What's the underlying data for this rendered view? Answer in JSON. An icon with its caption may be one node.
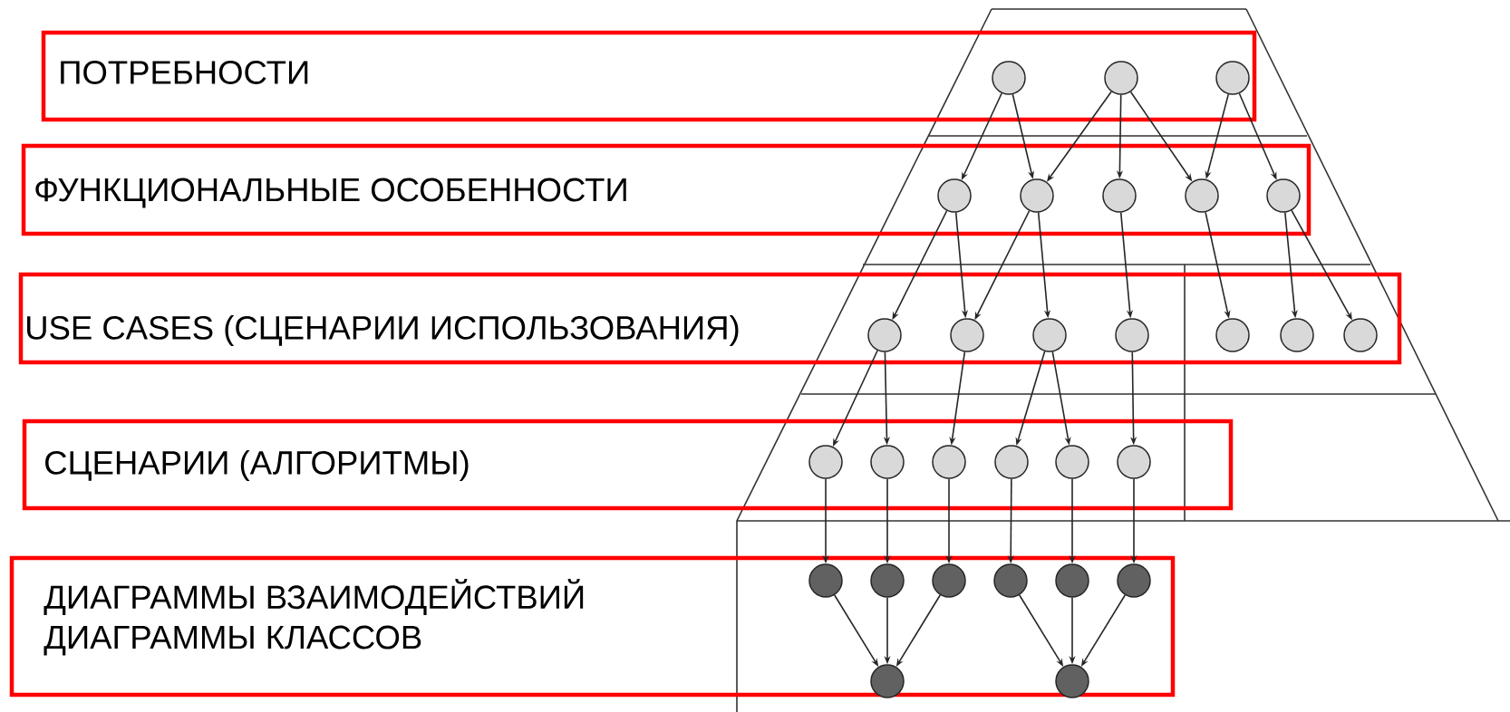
{
  "diagram": {
    "nodes": [
      {
        "text": [
          "ПОТРЕБНОСТИ"
        ]
      },
      {
        "text": [],
        "shape": "circle",
        "in": 0
      },
      {
        "text": [],
        "shape": "circle",
        "in": 0
      },
      {
        "text": [],
        "shape": "circle",
        "in": 0
      },
      {
        "text": [
          "ФУНКЦИОНАЛЬНЫЕ ОСОБЕННОСТИ"
        ]
      },
      {
        "text": [],
        "shape": "circle",
        "in": 4
      },
      {
        "text": [],
        "shape": "circle",
        "in": 4
      },
      {
        "text": [],
        "shape": "circle",
        "in": 4
      },
      {
        "text": [],
        "shape": "circle",
        "in": 4
      },
      {
        "text": [],
        "shape": "circle",
        "in": 4
      },
      {
        "text": [
          "USE CASES (СЦЕНАРИИ ИСПОЛЬЗОВАНИЯ)"
        ]
      },
      {
        "text": [],
        "shape": "circle",
        "in": 10
      },
      {
        "text": [],
        "shape": "circle",
        "in": 10
      },
      {
        "text": [],
        "shape": "circle",
        "in": 10
      },
      {
        "text": [],
        "shape": "circle",
        "in": 10
      },
      {
        "text": [],
        "shape": "circle",
        "in": 10
      },
      {
        "text": [],
        "shape": "circle",
        "in": 10
      },
      {
        "text": [],
        "shape": "circle",
        "in": 10
      },
      {
        "text": [
          "СЦЕНАРИИ (АЛГОРИТМЫ)"
        ]
      },
      {
        "text": [],
        "shape": "circle",
        "in": 18
      },
      {
        "text": [],
        "shape": "circle",
        "in": 18
      },
      {
        "text": [],
        "shape": "circle",
        "in": 18
      },
      {
        "text": [],
        "shape": "circle",
        "in": 18
      },
      {
        "text": [],
        "shape": "circle",
        "in": 18
      },
      {
        "text": [],
        "shape": "circle",
        "in": 18
      },
      {
        "text": [
          "ДИАГРАММЫ ВЗАИМОДЕЙСТВИЙ",
          "ДИАГРАММЫ КЛАССОВ"
        ]
      },
      {
        "text": [],
        "shape": "circle",
        "in": 25
      },
      {
        "text": [],
        "shape": "circle",
        "in": 25
      },
      {
        "text": [],
        "shape": "circle",
        "in": 25
      },
      {
        "text": [],
        "shape": "circle",
        "in": 25
      },
      {
        "text": [],
        "shape": "circle",
        "in": 25
      },
      {
        "text": [],
        "shape": "circle",
        "in": 25
      },
      {
        "text": [],
        "shape": "circle",
        "in": 25
      },
      {
        "text": [],
        "shape": "circle",
        "in": 25
      }
    ],
    "edges": [
      {
        "from": 1,
        "to": 5,
        "arrow": "to"
      },
      {
        "from": 1,
        "to": 6,
        "arrow": "to"
      },
      {
        "from": 2,
        "to": 6,
        "arrow": "to"
      },
      {
        "from": 2,
        "to": 7,
        "arrow": "to"
      },
      {
        "from": 2,
        "to": 8,
        "arrow": "to"
      },
      {
        "from": 3,
        "to": 8,
        "arrow": "to"
      },
      {
        "from": 3,
        "to": 9,
        "arrow": "to"
      },
      {
        "from": 5,
        "to": 11,
        "arrow": "to"
      },
      {
        "from": 5,
        "to": 12,
        "arrow": "to"
      },
      {
        "from": 6,
        "to": 12,
        "arrow": "to"
      },
      {
        "from": 6,
        "to": 13,
        "arrow": "to"
      },
      {
        "from": 7,
        "to": 14,
        "arrow": "to"
      },
      {
        "from": 8,
        "to": 15,
        "arrow": "to"
      },
      {
        "from": 9,
        "to": 16,
        "arrow": "to"
      },
      {
        "from": 9,
        "to": 17,
        "arrow": "to"
      },
      {
        "from": 11,
        "to": 19,
        "arrow": "to"
      },
      {
        "from": 11,
        "to": 20,
        "arrow": "to"
      },
      {
        "from": 12,
        "to": 21,
        "arrow": "to"
      },
      {
        "from": 13,
        "to": 22,
        "arrow": "to"
      },
      {
        "from": 13,
        "to": 23,
        "arrow": "to"
      },
      {
        "from": 14,
        "to": 24,
        "arrow": "to"
      },
      {
        "from": 19,
        "to": 26,
        "arrow": "to"
      },
      {
        "from": 20,
        "to": 27,
        "arrow": "to"
      },
      {
        "from": 21,
        "to": 28,
        "arrow": "to"
      },
      {
        "from": 22,
        "to": 29,
        "arrow": "to"
      },
      {
        "from": 23,
        "to": 30,
        "arrow": "to"
      },
      {
        "from": 24,
        "to": 31,
        "arrow": "to"
      },
      {
        "from": 26,
        "to": 32,
        "arrow": "to"
      },
      {
        "from": 27,
        "to": 32,
        "arrow": "to"
      },
      {
        "from": 28,
        "to": 32,
        "arrow": "to"
      },
      {
        "from": 29,
        "to": 33,
        "arrow": "to"
      },
      {
        "from": 30,
        "to": 33,
        "arrow": "to"
      },
      {
        "from": 31,
        "to": 33,
        "arrow": "to"
      }
    ]
  }
}
